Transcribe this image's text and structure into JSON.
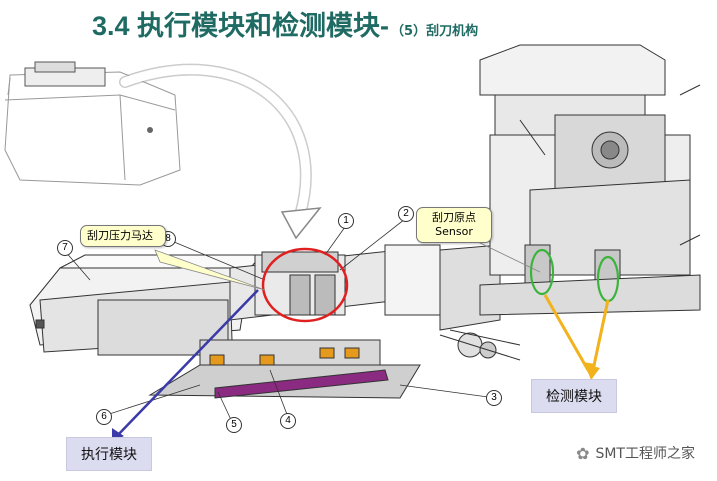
{
  "title": {
    "main": "3.4 执行模块和检测模块-",
    "sub": "（5）刮刀机构"
  },
  "callouts": {
    "motor": "刮刀压力马达",
    "origin_line1": "刮刀原点",
    "origin_line2": "Sensor"
  },
  "modules": {
    "execution": "执行模块",
    "detection": "检测模块"
  },
  "part_numbers": [
    "1",
    "2",
    "3",
    "4",
    "5",
    "6",
    "7",
    "8"
  ],
  "watermark": "SMT工程师之家",
  "colors": {
    "title": "#1f6b63",
    "highlight_red": "#e02020",
    "highlight_green": "#3cb43c",
    "arrow_blue": "#3a3aa8",
    "arrow_orange": "#f2b21c",
    "callout_bg": "#ffffcc",
    "blade_purple": "#8a2a80"
  }
}
